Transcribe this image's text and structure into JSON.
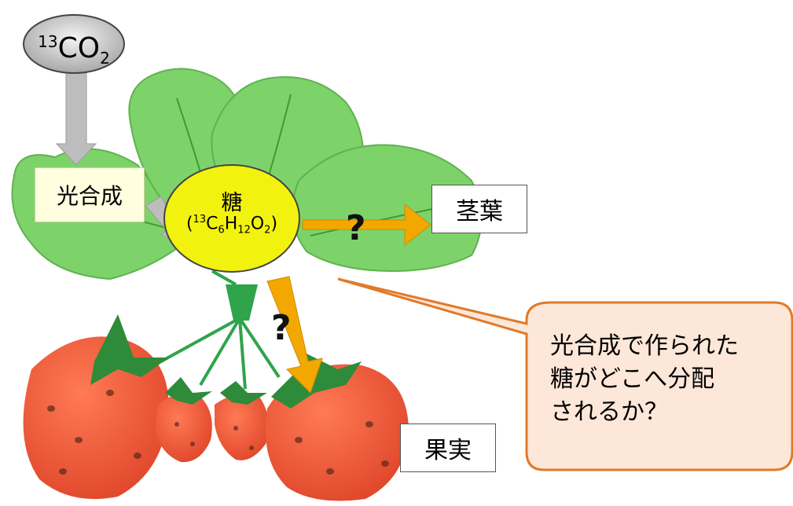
{
  "co2": {
    "sup": "13",
    "main": "CO",
    "sub": "2"
  },
  "photosynthesis": "光合成",
  "sugar": {
    "title": "糖",
    "formula": {
      "open": "(",
      "sup": "13",
      "c": "C",
      "c_sub": "6",
      "h": "H",
      "h_sub": "12",
      "o": "O",
      "o_sub": "2",
      "close": ")"
    }
  },
  "stem_leaf": "茎葉",
  "fruit": "果実",
  "question_marks": [
    "?",
    "?"
  ],
  "callout_lines": [
    "光合成で作られた",
    "糖がどこへ分配",
    "されるか？"
  ],
  "colors": {
    "leaf": "#7dd36a",
    "leaf_dark": "#3f9a35",
    "strawberry": "#e8553a",
    "sepal": "#2e8b3a",
    "sugar": "#f2f20f",
    "arrow_orange": "#f2a800",
    "arrow_gray": "#bdbdbd",
    "callout_fill": "#fde7d9",
    "callout_border": "#e07a2a"
  }
}
